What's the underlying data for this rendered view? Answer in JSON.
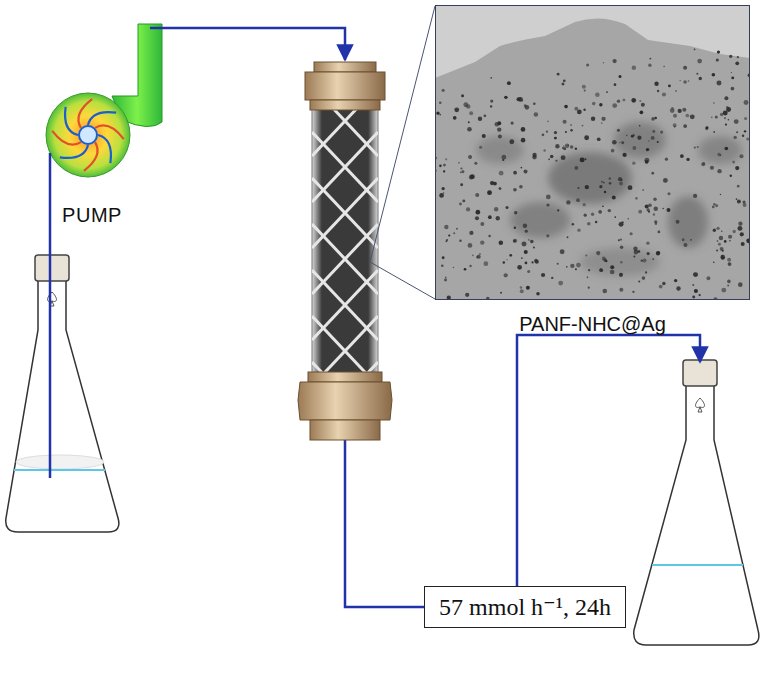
{
  "diagram": {
    "nodes": [
      {
        "text": [
          "PUMP"
        ]
      },
      {
        "text": [
          "PANF-NHC@Ag"
        ]
      },
      {
        "text": [
          "57 mmol h⁻¹, 24h"
        ]
      }
    ]
  }
}
